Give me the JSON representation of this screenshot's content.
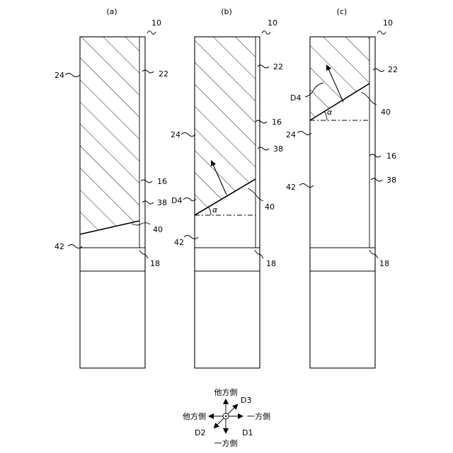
{
  "panels": [
    {
      "title": "(a)",
      "labels": {
        "assembly": "10",
        "p24": "24",
        "p22": "22",
        "p16": "16",
        "p38": "38",
        "p40": "40",
        "p42": "42",
        "p18": "18"
      }
    },
    {
      "title": "(b)",
      "labels": {
        "assembly": "10",
        "p22": "22",
        "p24": "24",
        "p16": "16",
        "p38": "38",
        "d4": "D4",
        "alpha": "α",
        "p40": "40",
        "p42": "42",
        "p18": "18"
      }
    },
    {
      "title": "(c)",
      "labels": {
        "assembly": "10",
        "p22": "22",
        "d4": "D4",
        "alpha": "α",
        "p40": "40",
        "p24": "24",
        "p16": "16",
        "p38": "38",
        "p42": "42",
        "p18": "18"
      }
    }
  ],
  "legend": {
    "top": "他方側",
    "left": "他方側",
    "right": "一方側",
    "bottom": "一方側",
    "d1": "D1",
    "d2": "D2",
    "d3": "D3"
  }
}
